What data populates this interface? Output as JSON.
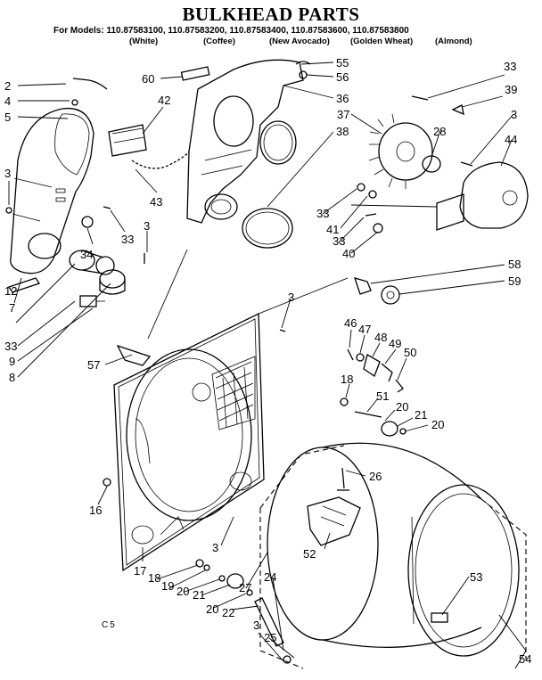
{
  "header": {
    "title": "BULKHEAD PARTS",
    "models_line": "For Models: 110.87583100, 110.87583200, 110.87583400, 110.87583600, 110.87583800",
    "colors": [
      "(White)",
      "(Coffee)",
      "(New Avocado)",
      "(Golden Wheat)",
      "(Almond)"
    ]
  },
  "footer": {
    "code": "C5"
  },
  "callouts": [
    "2",
    "4",
    "5",
    "3",
    "12",
    "7",
    "33",
    "9",
    "8",
    "34",
    "33",
    "3",
    "60",
    "42",
    "43",
    "55",
    "56",
    "36",
    "38",
    "33",
    "39",
    "37",
    "28",
    "3",
    "44",
    "33",
    "41",
    "33",
    "40",
    "58",
    "59",
    "3",
    "57",
    "46",
    "47",
    "48",
    "49",
    "50",
    "18",
    "51",
    "20",
    "21",
    "20",
    "16",
    "3",
    "26",
    "52",
    "53",
    "54",
    "17",
    "18",
    "19",
    "20",
    "21",
    "20",
    "22",
    "27",
    "24",
    "3",
    "25"
  ]
}
